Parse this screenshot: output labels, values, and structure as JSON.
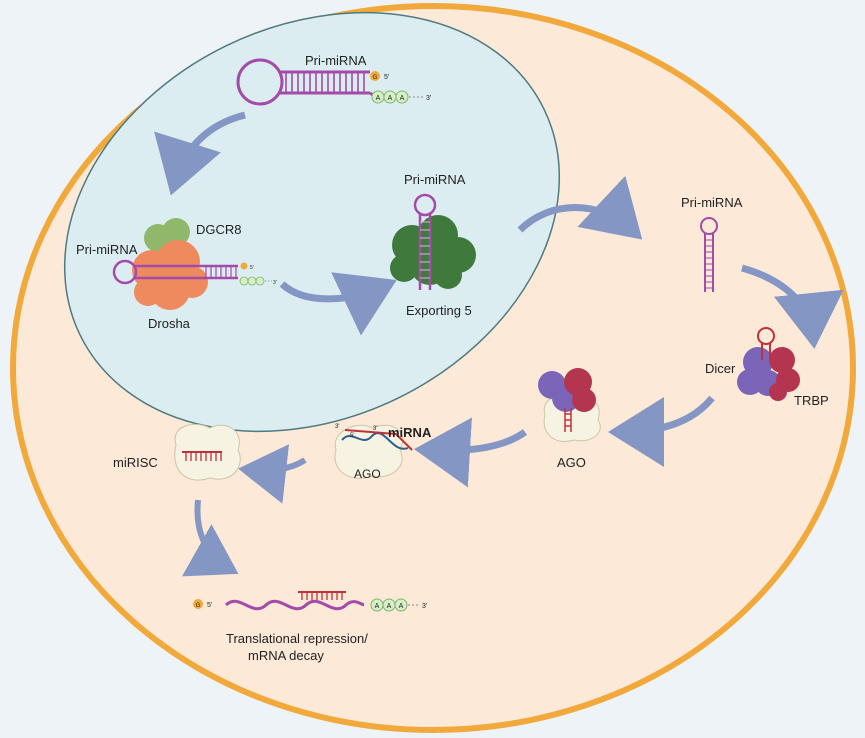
{
  "labels": {
    "pri_top": "Pri-miRNA",
    "pri_left": "Pri-miRNA",
    "dgcr8": "DGCR8",
    "drosha": "Drosha",
    "pri_exportin": "Pri-miRNA",
    "exporting": "Exporting 5",
    "pri_cyto": "Pri-miRNA",
    "dicer": "Dicer",
    "trbp": "TRBP",
    "ago_right": "AGO",
    "ago_mid": "AGO",
    "mirna": "miRNA",
    "mirisc": "miRISC",
    "repression_line1": "Translational  repression/",
    "repression_line2": "mRNA decay"
  },
  "small_marks": {
    "g": "G",
    "five_prime": "5'",
    "three_prime": "3'",
    "a": "A"
  },
  "colors": {
    "cell_fill": "#fde9d8",
    "cell_border": "#f2a93b",
    "nucleus_fill": "#dcedf2",
    "nucleus_border": "#4f7a7e",
    "rna": "#a44aa8",
    "mirna": "#c0313a",
    "arrow": "#8496c4",
    "exportin": "#3f7a3c",
    "drosha": "#ef8a5f",
    "dgcr8": "#8fb86a",
    "dicer_blue": "#7a65b8",
    "dicer_red": "#b3354f",
    "ago_fill": "#f6f3e3",
    "ago_text": "#b7932e"
  }
}
